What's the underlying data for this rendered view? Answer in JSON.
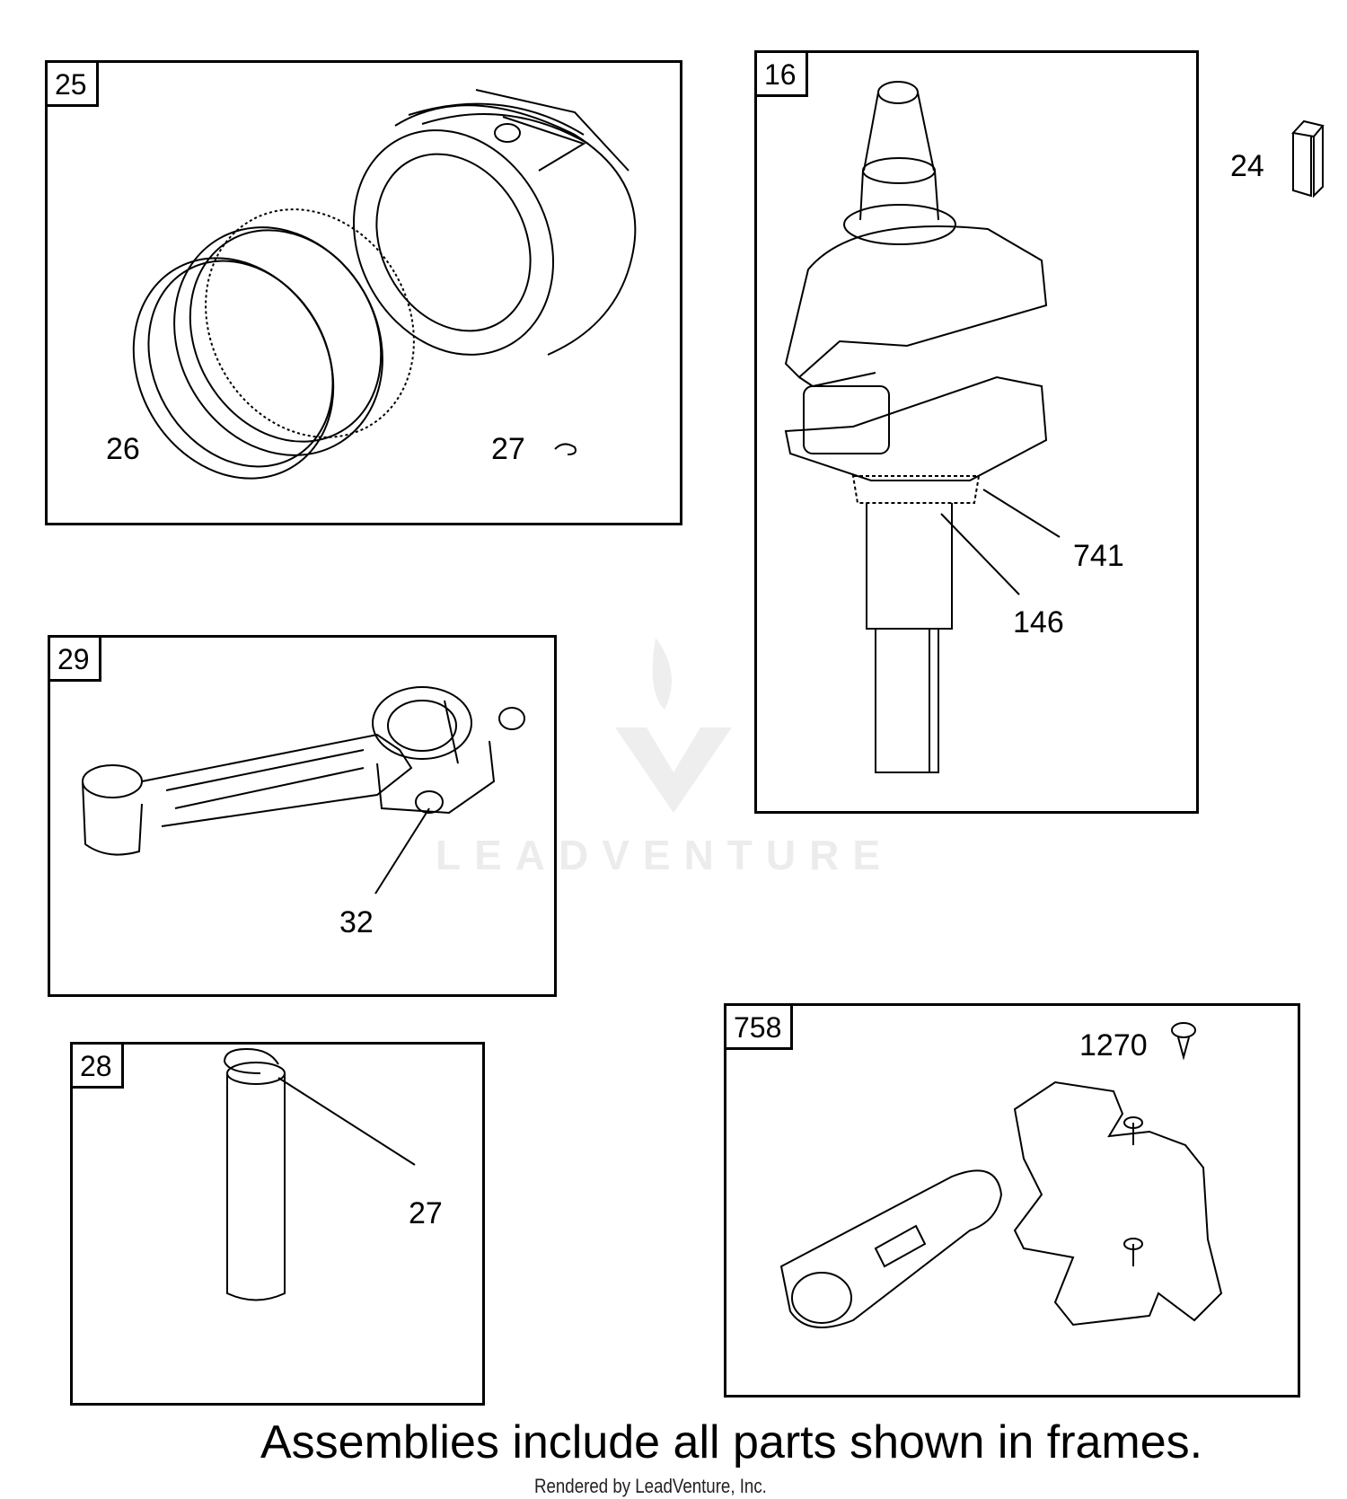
{
  "frames": {
    "piston": {
      "id": "25",
      "callouts": [
        "26",
        "27"
      ]
    },
    "crankshaft": {
      "id": "16",
      "callouts": [
        "741",
        "146"
      ]
    },
    "connecting_rod": {
      "id": "29",
      "callouts": [
        "32"
      ]
    },
    "piston_pin": {
      "id": "28",
      "callouts": [
        "27"
      ]
    },
    "counterweight": {
      "id": "758",
      "callouts": [
        "1270"
      ]
    }
  },
  "loose_parts": {
    "key": "24"
  },
  "watermark": "LEADVENTURE",
  "footer": {
    "note": "Assemblies include all parts shown in frames.",
    "rendered_by": "Rendered by LeadVenture, Inc."
  }
}
